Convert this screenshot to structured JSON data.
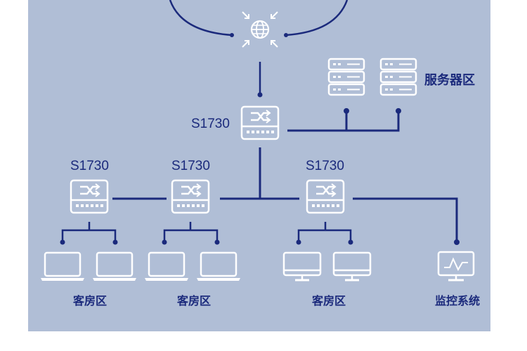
{
  "colors": {
    "background": "#b0bed6",
    "line": "#1b2a7c",
    "device": "#ffffff",
    "text": "#1b2a7c"
  },
  "diagram": {
    "core_switch": {
      "label": "S1730",
      "icon": "switch-icon"
    },
    "server_zone": {
      "label": "服务器区",
      "icon": "server-icon"
    },
    "internet": {
      "icon": "globe-icon"
    },
    "access_switches": [
      {
        "label": "S1730",
        "icon": "switch-icon",
        "zone_label": "客房区",
        "endpoints": [
          "laptop-icon",
          "laptop-icon"
        ]
      },
      {
        "label": "S1730",
        "icon": "switch-icon",
        "zone_label": "客房区",
        "endpoints": [
          "laptop-icon",
          "laptop-icon"
        ]
      },
      {
        "label": "S1730",
        "icon": "switch-icon",
        "zone_label": "客房区",
        "endpoints": [
          "monitor-icon",
          "monitor-icon"
        ]
      }
    ],
    "monitoring": {
      "label": "监控系统",
      "icon": "monitoring-screen-icon"
    }
  }
}
